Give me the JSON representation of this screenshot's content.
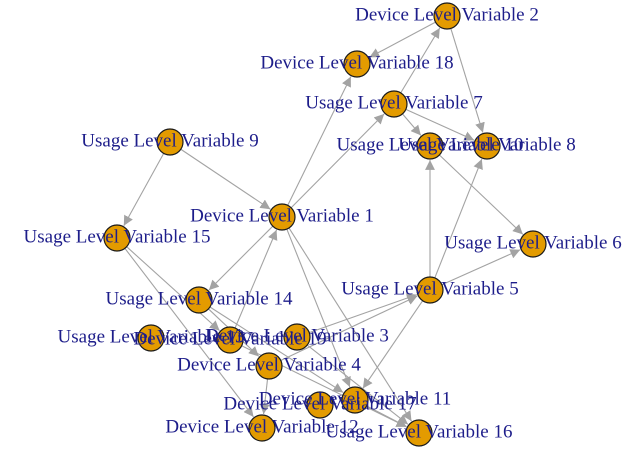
{
  "graph": {
    "node_color": "#E39B00",
    "edge_color": "#a3a3a3",
    "label_color": "#1d1d8a",
    "nodes": [
      {
        "id": "dlv2",
        "label": "Device Level Variable 2"
      },
      {
        "id": "dlv18",
        "label": "Device Level Variable 18"
      },
      {
        "id": "ulv7",
        "label": "Usage Level Variable 7"
      },
      {
        "id": "ulv9",
        "label": "Usage Level Variable  9"
      },
      {
        "id": "ulv10",
        "label": "Usage Level Variable 10"
      },
      {
        "id": "ulv8",
        "label": "Usage Level Variable 8"
      },
      {
        "id": "dlv1",
        "label": "Device Level Variable 1"
      },
      {
        "id": "ulv15",
        "label": "Usage Level Variable 15"
      },
      {
        "id": "ulv6",
        "label": "Usage Level Variable 6"
      },
      {
        "id": "ulv5",
        "label": "Usage Level Variable 5"
      },
      {
        "id": "ulv14",
        "label": "Usage Level Variable 14"
      },
      {
        "id": "dlv3",
        "label": "Device Level Variable 3"
      },
      {
        "id": "ulv13",
        "label": "Usage Level Variable 13"
      },
      {
        "id": "dlv19",
        "label": "Device Level Variable 19"
      },
      {
        "id": "dlv4",
        "label": "Device Level Variable 4"
      },
      {
        "id": "dlv11",
        "label": "Device Level Variable 11"
      },
      {
        "id": "dlv17",
        "label": "Device Level Variable 17"
      },
      {
        "id": "dlv12",
        "label": "Device Level Variable 12"
      },
      {
        "id": "ulv16",
        "label": "Usage Level Variable 16"
      }
    ],
    "edges": [
      [
        "dlv2",
        "dlv18"
      ],
      [
        "dlv2",
        "ulv8"
      ],
      [
        "ulv7",
        "dlv2"
      ],
      [
        "ulv7",
        "ulv8"
      ],
      [
        "dlv1",
        "dlv18"
      ],
      [
        "dlv1",
        "ulv7"
      ],
      [
        "dlv1",
        "ulv14"
      ],
      [
        "ulv9",
        "ulv15"
      ],
      [
        "ulv9",
        "dlv1"
      ],
      [
        "ulv10",
        "ulv6"
      ],
      [
        "ulv5",
        "ulv10"
      ],
      [
        "ulv5",
        "ulv8"
      ],
      [
        "ulv5",
        "ulv6"
      ],
      [
        "ulv15",
        "dlv13"
      ],
      [
        "ulv15",
        "dlv12"
      ],
      [
        "dlv13",
        "ulv15"
      ],
      [
        "ulv14",
        "dlv4"
      ],
      [
        "ulv14",
        "dlv11"
      ],
      [
        "ulv14",
        "dlv13"
      ],
      [
        "dlv3",
        "ulv5"
      ],
      [
        "dlv4",
        "ulv5"
      ],
      [
        "dlv4",
        "dlv12"
      ],
      [
        "dlv19",
        "dlv1"
      ],
      [
        "dlv19",
        "ulv16"
      ],
      [
        "dlv3",
        "ulv16"
      ],
      [
        "dlv11",
        "ulv16"
      ],
      [
        "ulv5",
        "dlv11"
      ],
      [
        "dlv1",
        "ulv16"
      ],
      [
        "dlv1",
        "dlv11"
      ],
      [
        "ulv15",
        "dlv19"
      ],
      [
        "ulv7",
        "ulv10"
      ]
    ]
  }
}
